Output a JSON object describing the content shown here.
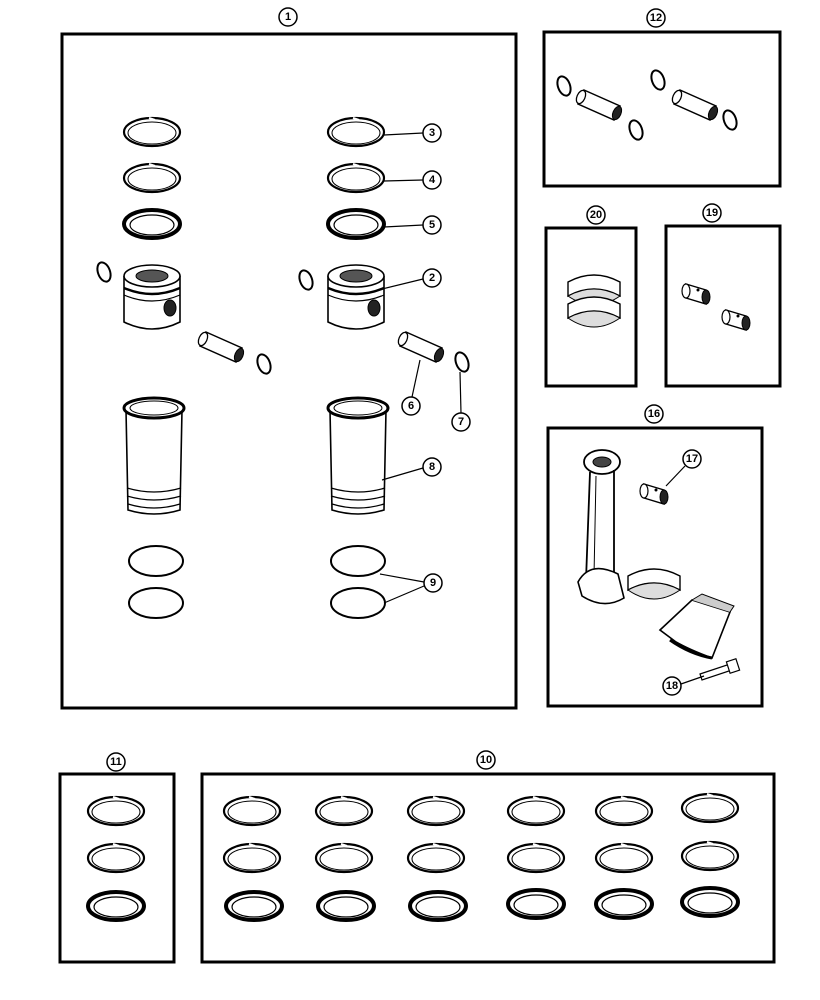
{
  "panels": [
    {
      "id": "p1",
      "number": "1"
    },
    {
      "id": "p12",
      "number": "12"
    },
    {
      "id": "p20",
      "number": "20"
    },
    {
      "id": "p19",
      "number": "19"
    },
    {
      "id": "p16",
      "number": "16"
    },
    {
      "id": "p11",
      "number": "11"
    },
    {
      "id": "p10",
      "number": "10"
    }
  ],
  "callouts": {
    "c3": "3",
    "c4": "4",
    "c5": "5",
    "c2": "2",
    "c6": "6",
    "c7": "7",
    "c8": "8",
    "c9": "9",
    "c17": "17",
    "c18": "18"
  },
  "colors": {
    "ink": "#000000",
    "paper": "#ffffff",
    "shade": "#2a2a2a"
  }
}
